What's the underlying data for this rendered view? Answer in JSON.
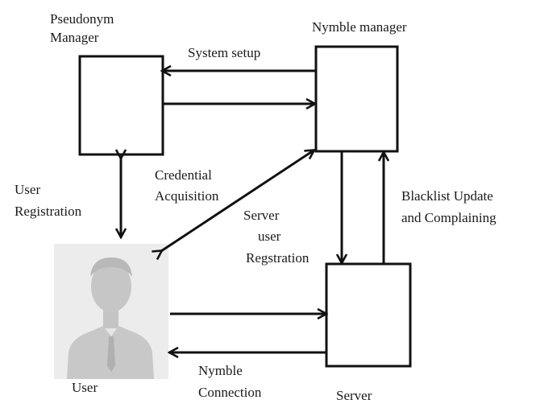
{
  "nodes": {
    "pseudonym_manager": {
      "label_line1": "Pseudonym",
      "label_line2": "Manager"
    },
    "nymble_manager": {
      "label": "Nymble manager"
    },
    "server": {
      "label": "Server"
    },
    "user": {
      "label": "User",
      "icon": "user-silhouette-icon"
    }
  },
  "edges": {
    "system_setup": {
      "label": "System setup"
    },
    "credential_acquisition": {
      "label_line1": "Credential",
      "label_line2": "Acquisition"
    },
    "user_registration": {
      "label_line1": "User",
      "label_line2": "Registration"
    },
    "server_user_registration": {
      "label_line1": "Server",
      "label_line2": "user",
      "label_line3": "Regstration"
    },
    "blacklist_update": {
      "label_line1": "Blacklist Update",
      "label_line2": "and Complaining"
    },
    "nymble_connection": {
      "label_line1": "Nymble",
      "label_line2": "Connection"
    }
  }
}
